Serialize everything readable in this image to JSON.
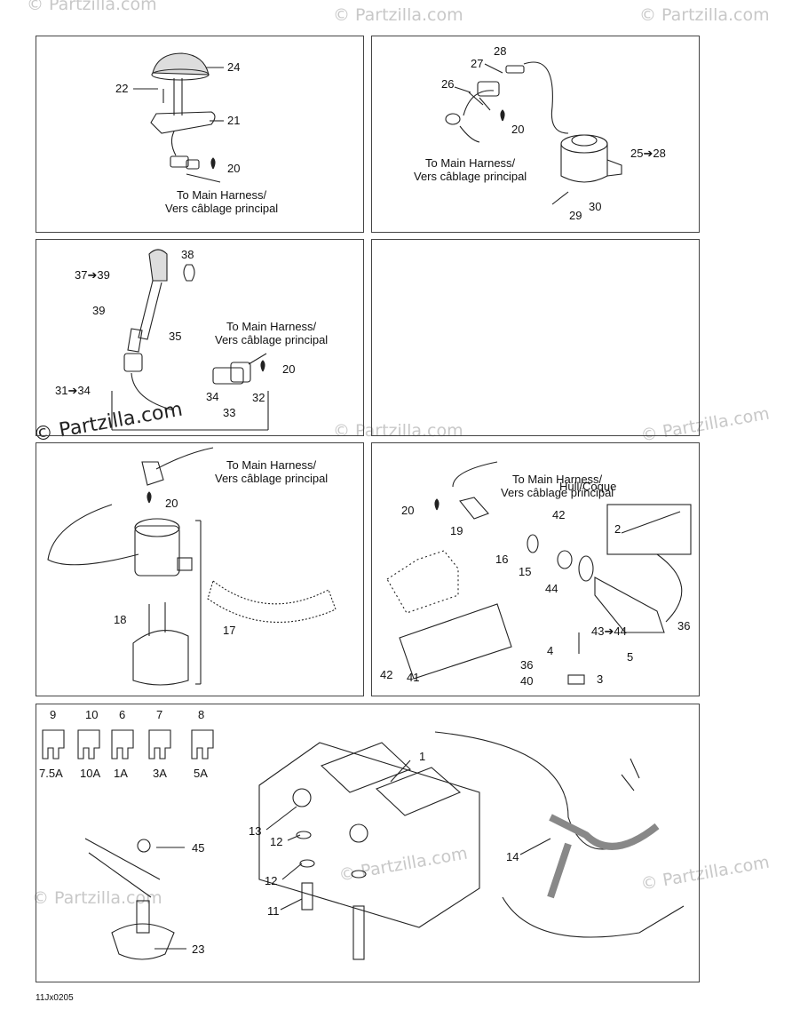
{
  "watermark": "© Partzilla.com",
  "harness_caption": [
    "To Main Harness/",
    "Vers câblage principal"
  ],
  "hull_label": "Hull/Coque",
  "drawing_code": "11Jx0205",
  "fuses": [
    {
      "ref": "9",
      "rating": "7.5A"
    },
    {
      "ref": "10",
      "rating": "10A"
    },
    {
      "ref": "6",
      "rating": "1A"
    },
    {
      "ref": "7",
      "rating": "3A"
    },
    {
      "ref": "8",
      "rating": "5A"
    }
  ],
  "callouts": {
    "p1": [
      "24",
      "22",
      "21",
      "20"
    ],
    "p2": [
      "28",
      "27",
      "26",
      "20",
      "25➔28",
      "30",
      "29"
    ],
    "p3": [
      "38",
      "37➔39",
      "39",
      "35",
      "20",
      "31➔34",
      "32",
      "33",
      "34"
    ],
    "p5": [
      "20",
      "18",
      "17"
    ],
    "p6": [
      "20",
      "19",
      "42",
      "2",
      "16",
      "15",
      "44",
      "43➔44",
      "36",
      "4",
      "5",
      "36",
      "42",
      "41",
      "40",
      "3"
    ],
    "p7": [
      "1",
      "13",
      "12",
      "12",
      "11",
      "14",
      "45",
      "23"
    ]
  }
}
